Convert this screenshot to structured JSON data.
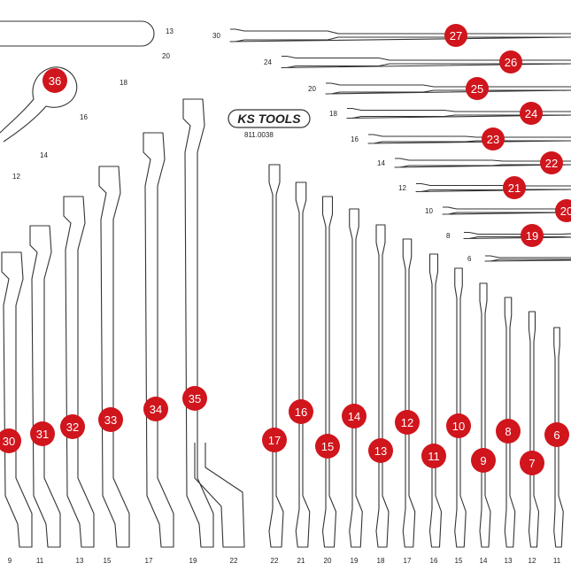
{
  "logo": {
    "brand": "KS TOOLS",
    "article": "811.0038"
  },
  "colors": {
    "badge": "#d0151c",
    "outline": "#333333"
  },
  "combination_wrenches": [
    {
      "size": "30",
      "badge": "27"
    },
    {
      "size": "24",
      "badge": "26"
    },
    {
      "size": "20",
      "badge": "25"
    },
    {
      "size": "18",
      "badge": "24"
    },
    {
      "size": "16",
      "badge": "23"
    },
    {
      "size": "14",
      "badge": "22"
    },
    {
      "size": "12",
      "badge": "21"
    },
    {
      "size": "10",
      "badge": "20"
    },
    {
      "size": "8",
      "badge": "19"
    },
    {
      "size": "6",
      "badge": ""
    }
  ],
  "ring_spanners_top": {
    "size_label": "13",
    "badge": "36"
  },
  "offset_ring_spanners": [
    {
      "top_size": "",
      "bottom_size": "9",
      "badge": "30"
    },
    {
      "top_size": "12",
      "bottom_size": "11",
      "badge": "31"
    },
    {
      "top_size": "14",
      "bottom_size": "13",
      "badge": "32"
    },
    {
      "top_size": "16",
      "bottom_size": "15",
      "badge": "33"
    },
    {
      "top_size": "18",
      "bottom_size": "17",
      "badge": "34"
    },
    {
      "top_size": "20",
      "bottom_size": "19",
      "badge": "35"
    }
  ],
  "offset_extra_bottom_label": "22",
  "vertical_wrenches": [
    {
      "size": "22",
      "badge": "17"
    },
    {
      "size": "21",
      "badge": "16"
    },
    {
      "size": "20",
      "badge": "15"
    },
    {
      "size": "19",
      "badge": "14"
    },
    {
      "size": "18",
      "badge": "13"
    },
    {
      "size": "17",
      "badge": "12"
    },
    {
      "size": "16",
      "badge": "11"
    },
    {
      "size": "15",
      "badge": "10"
    },
    {
      "size": "14",
      "badge": "9"
    },
    {
      "size": "13",
      "badge": "8"
    },
    {
      "size": "12",
      "badge": "7"
    },
    {
      "size": "11",
      "badge": "6"
    }
  ]
}
